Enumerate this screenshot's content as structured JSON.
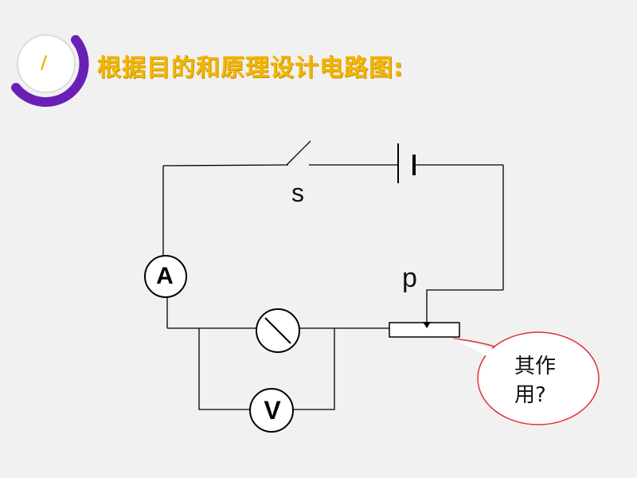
{
  "title": "根据目的和原理设计电路图:",
  "badge": {
    "text": "/"
  },
  "circuit": {
    "switch_label": "s",
    "slider_label": "p",
    "ammeter_label": "A",
    "voltmeter_label": "V"
  },
  "callout": {
    "line1": "其作",
    "line2": "用?"
  },
  "colors": {
    "title": "#f2b600",
    "badge_ring": "#6a1fb5",
    "callout_border": "#e0313a",
    "wire": "#000000"
  }
}
